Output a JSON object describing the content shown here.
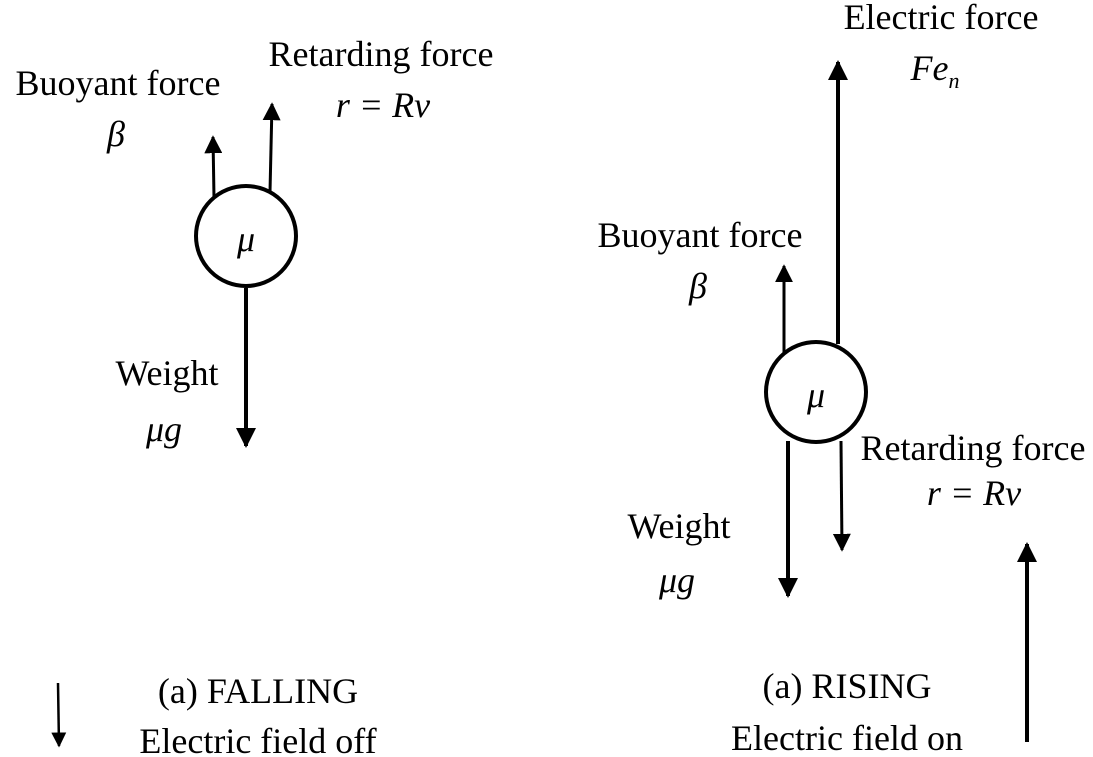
{
  "falling": {
    "buoyant_label": "Buoyant force",
    "buoyant_symbol": "β",
    "retarding_label": "Retarding force",
    "retarding_eq": "r = Rv",
    "mass_symbol": "μ",
    "weight_label": "Weight",
    "weight_symbol": "μg",
    "caption_title": "(a) FALLING",
    "caption_field": "Electric field off"
  },
  "rising": {
    "electric_label": "Electric force",
    "electric_symbol": "Fe",
    "electric_subscript": "n",
    "buoyant_label": "Buoyant force",
    "buoyant_symbol": "β",
    "mass_symbol": "μ",
    "retarding_label": "Retarding force",
    "retarding_eq": "r = Rv",
    "weight_label": "Weight",
    "weight_symbol": "μg",
    "caption_title": "(a) RISING",
    "caption_field": "Electric field on"
  }
}
